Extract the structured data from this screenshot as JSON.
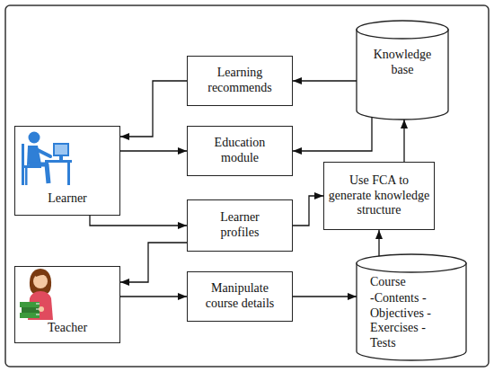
{
  "diagram": {
    "nodes": [
      {
        "text": [
          "Learning recommends"
        ]
      },
      {
        "text": [
          "Knowledge base"
        ]
      },
      {
        "text": [
          "Learner"
        ]
      },
      {
        "text": [
          "Education module"
        ]
      },
      {
        "text": [
          "Use FCA to generate knowledge structure"
        ]
      },
      {
        "text": [
          "Learner profiles"
        ]
      },
      {
        "text": [
          "Teacher"
        ]
      },
      {
        "text": [
          "Manipulate course details"
        ]
      },
      {
        "text": [
          "Course",
          "-Contents -Objectives -Exercises -Tests"
        ]
      }
    ],
    "edges": [
      {
        "from": 1,
        "to": 0,
        "arrow": "to"
      },
      {
        "from": 0,
        "to": 2,
        "arrow": "to"
      },
      {
        "from": 2,
        "to": 3,
        "arrow": "to"
      },
      {
        "from": 1,
        "to": 3,
        "arrow": "to"
      },
      {
        "from": 2,
        "to": 5,
        "arrow": "to"
      },
      {
        "from": 5,
        "to": 4,
        "arrow": "to"
      },
      {
        "from": 5,
        "to": 6,
        "arrow": "to"
      },
      {
        "from": 6,
        "to": 7,
        "arrow": "to"
      },
      {
        "from": 7,
        "to": 8,
        "arrow": "to"
      },
      {
        "from": 8,
        "to": 4,
        "arrow": "to"
      },
      {
        "from": 4,
        "to": 1,
        "arrow": "to"
      }
    ]
  }
}
